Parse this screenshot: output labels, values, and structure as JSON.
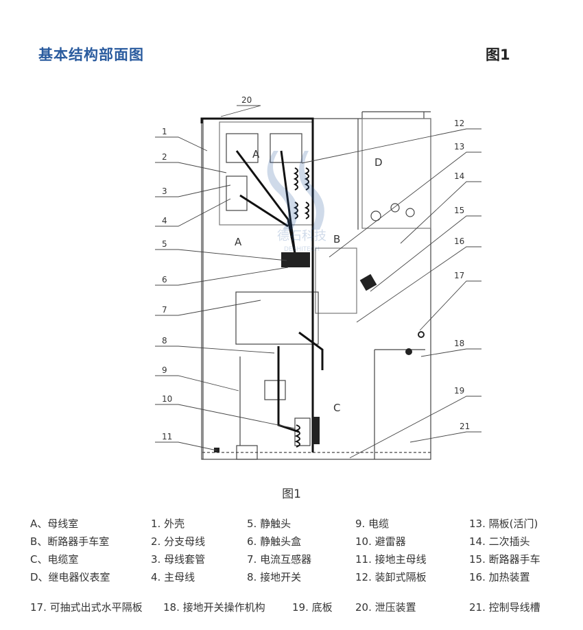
{
  "header": {
    "title": "基本结构部面图",
    "figure_tag": "图1"
  },
  "diagram": {
    "room_labels": {
      "a_upper": "A",
      "a_lower": "A",
      "b": "B",
      "c": "C",
      "d": "D"
    },
    "callouts": [
      "1",
      "2",
      "3",
      "4",
      "5",
      "6",
      "7",
      "8",
      "9",
      "10",
      "11",
      "12",
      "13",
      "14",
      "15",
      "16",
      "17",
      "18",
      "19",
      "20",
      "21"
    ],
    "watermark": "德石科技",
    "watermark_sub": "DESHITECH"
  },
  "caption": "图1",
  "legend": {
    "rooms": [
      "A、母线室",
      "B、断路器手车室",
      "C、电缆室",
      "D、继电器仪表室"
    ],
    "col1": [
      "1.  外壳",
      "2.  分支母线",
      "3.  母线套管",
      "4.  主母线"
    ],
    "col2": [
      "5.  静触头",
      "6.  静触头盒",
      "7.  电流互感器",
      "8.  接地开关"
    ],
    "col3": [
      "9.  电缆",
      "10.  避雷器",
      "11.  接地主母线",
      "12.  装卸式隔板"
    ],
    "col4": [
      "13.  隔板(活门)",
      "14.  二次插头",
      "15.  断路器手车",
      "16.  加热装置"
    ],
    "bottom": [
      "17.  可抽式出式水平隔板",
      "18.  接地开关操作机构",
      "19.  底板",
      "20.  泄压装置",
      "21.  控制导线槽"
    ]
  }
}
